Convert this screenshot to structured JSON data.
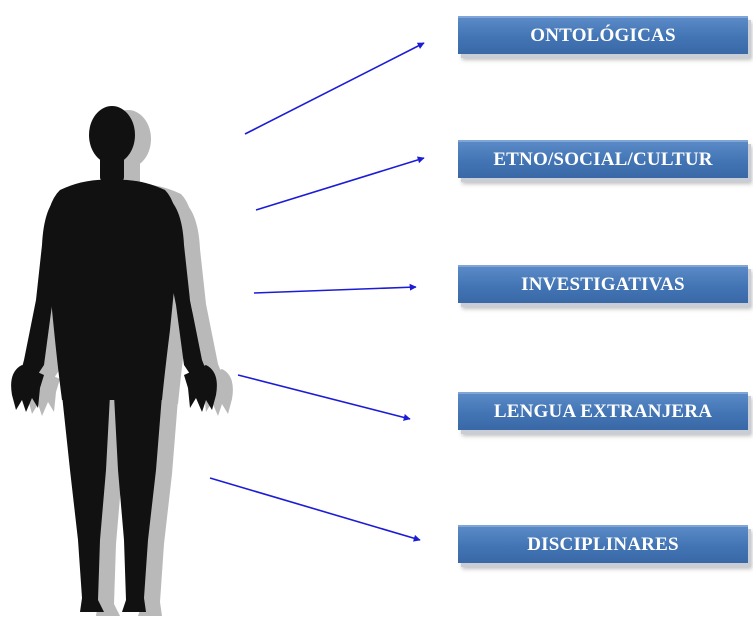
{
  "dimensions": [
    {
      "label": "ONTOLÓGICAS"
    },
    {
      "label": "ETNO/SOCIAL/CULTUR"
    },
    {
      "label": "INVESTIGATIVAS"
    },
    {
      "label": "LENGUA EXTRANJERA"
    },
    {
      "label": "DISCIPLINARES"
    }
  ],
  "colors": {
    "box_fill": "#4274b4",
    "box_text": "#ffffff",
    "arrow": "#1c1cd6",
    "silhouette": "#111111",
    "silhouette_shadow": "#b9b9b9"
  },
  "icons": {
    "figure": "human-silhouette-icon"
  }
}
